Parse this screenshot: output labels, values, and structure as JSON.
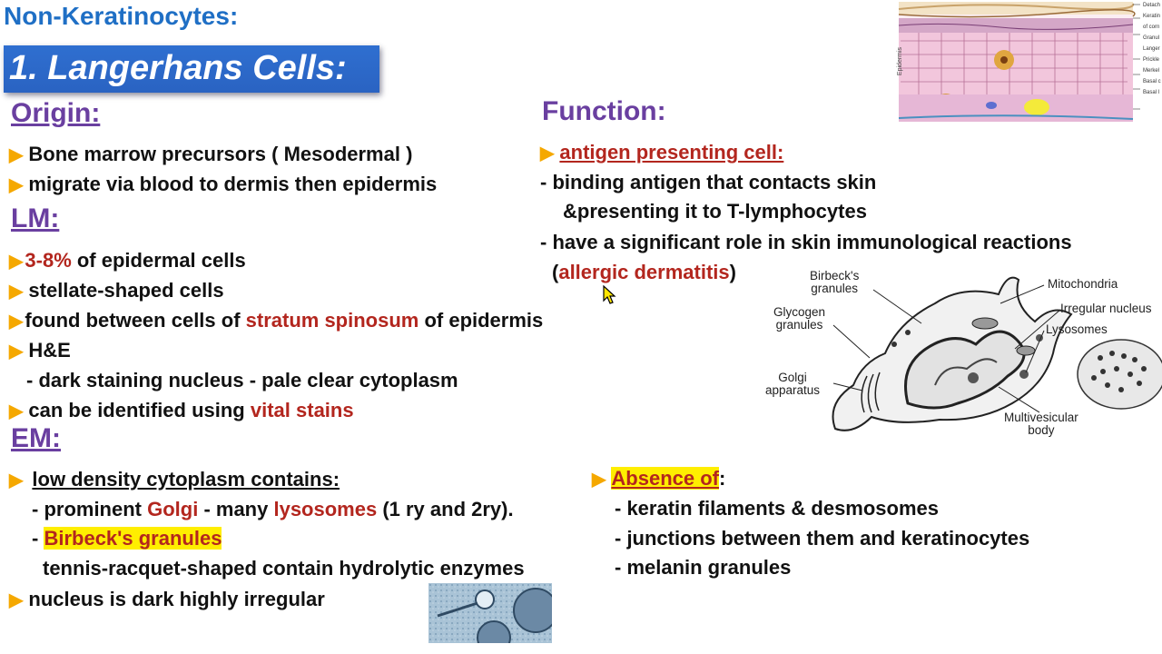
{
  "header": {
    "title": "Non-Keratinocytes",
    "colon": ":"
  },
  "banner": {
    "title": "1. Langerhans Cells:"
  },
  "origin": {
    "heading": "Origin:",
    "items": [
      "Bone marrow precursors ( Mesodermal )",
      "migrate via blood to dermis then epidermis"
    ]
  },
  "lm": {
    "heading": "LM:",
    "item1_red": "3-8%",
    "item1_rest": " of epidermal cells",
    "item2": "stellate-shaped cells",
    "item3_pre": "found between cells of ",
    "item3_red": "stratum spinosum",
    "item3_post": " of epidermis",
    "item4": "H&E",
    "item4_sub": "- dark staining nucleus - pale clear cytoplasm",
    "item5_pre": "can be identified using ",
    "item5_red": "vital stains"
  },
  "em": {
    "heading": "EM:",
    "item1": "low density cytoplasm contains:",
    "sub1_a": "- prominent ",
    "sub1_b": "Golgi",
    "sub1_c": " - many ",
    "sub1_d": "lysosomes",
    "sub1_e": " (1 ry and 2ry).",
    "sub2_dash": "- ",
    "sub2_hl": "Birbeck's granules",
    "sub3": "tennis-racquet-shaped contain hydrolytic enzymes",
    "item2": "nucleus is dark highly irregular"
  },
  "function": {
    "heading": "Function:",
    "item1": "antigen presenting cell:",
    "line1": "- binding antigen that contacts skin",
    "line2": "&presenting it to T-lymphocytes",
    "line3": "- have a significant role in skin immunological reactions",
    "line4_open": "(",
    "line4_red": "allergic dermatitis",
    "line4_close": ")"
  },
  "absence": {
    "heading": "Absence of",
    "colon": ":",
    "items": [
      "- keratin filaments & desmosomes",
      "- junctions between them and keratinocytes",
      "- melanin granules"
    ]
  },
  "diagram_labels": {
    "birbeck": [
      "Birbeck's",
      "granules"
    ],
    "glycogen": [
      "Glycogen",
      "granules"
    ],
    "golgi": [
      "Golgi",
      "apparatus"
    ],
    "mitochondria": "Mitochondria",
    "irregular": "Irregular nucleus",
    "lysosomes": "Lysosomes",
    "multivesicular": [
      "Multivesicular",
      "body"
    ]
  },
  "epidermis_labels": {
    "side": "Epidermis",
    "right": [
      "Detach",
      "Keratin",
      "of corn",
      "Granul",
      "Langer",
      "Prickle",
      "Merkel",
      "Basal c",
      "Basal l"
    ]
  },
  "colors": {
    "title_blue": "#1f6fc5",
    "heading_purple": "#6a3fa0",
    "accent_red": "#b3261e",
    "highlight": "#ffee00",
    "bullet": "#f5a800"
  }
}
